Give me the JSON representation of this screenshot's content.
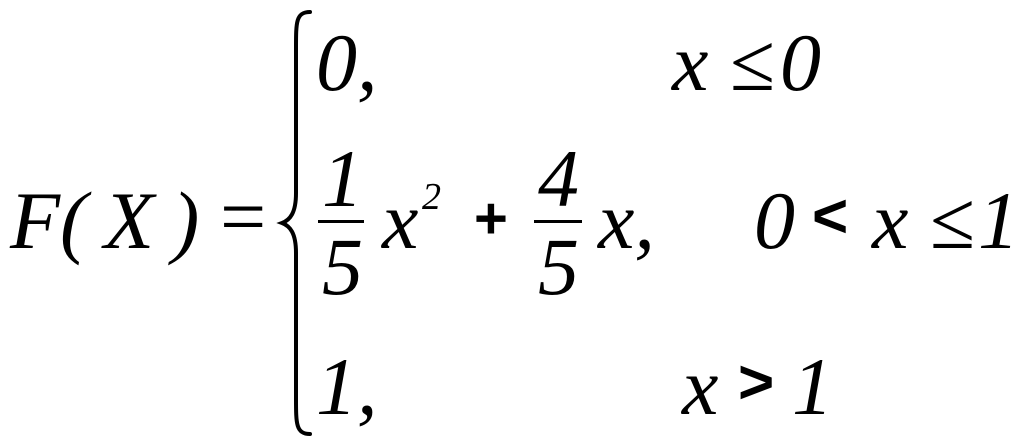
{
  "formula": {
    "lhs": {
      "function_name": "F",
      "open_paren": "(",
      "variable": "X",
      "close_paren": ")",
      "equals": "="
    },
    "cases": [
      {
        "value": "0,",
        "condition_var": "x",
        "condition_op": "≤",
        "condition_value": "0"
      },
      {
        "frac1_num": "1",
        "frac1_den": "5",
        "term1_var": "x",
        "term1_exp": "2",
        "plus": "+",
        "frac2_num": "4",
        "frac2_den": "5",
        "term2": "x,",
        "condition_left": "0",
        "condition_op1": "<",
        "condition_var": "x",
        "condition_op2": "≤",
        "condition_value": "1"
      },
      {
        "value": "1,",
        "condition_var": "x",
        "condition_op": ">",
        "condition_value": "1"
      }
    ]
  }
}
